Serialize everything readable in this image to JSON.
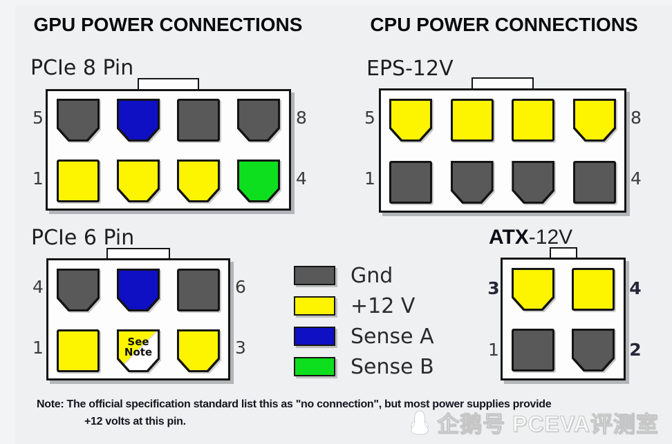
{
  "titles": {
    "gpu": "GPU POWER CONNECTIONS",
    "cpu": "CPU POWER CONNECTIONS"
  },
  "colors": {
    "gnd": "#595959",
    "plus12v": "#fdf500",
    "sense_a": "#0f0fc4",
    "sense_b": "#0ddf1e",
    "pin_border": "#141414",
    "note_split_white": "#ffffff"
  },
  "connectors": [
    {
      "id": "pcie8",
      "label": "PCIe 8 Pin",
      "cols": 4,
      "corner_labels": {
        "top_left": "5",
        "top_right": "8",
        "bottom_left": "1",
        "bottom_right": "4"
      },
      "pins": [
        {
          "color": "gnd",
          "shape": "chamfer"
        },
        {
          "color": "sense_a",
          "shape": "chamfer"
        },
        {
          "color": "gnd",
          "shape": "square"
        },
        {
          "color": "gnd",
          "shape": "chamfer"
        },
        {
          "color": "plus12v",
          "shape": "square"
        },
        {
          "color": "plus12v",
          "shape": "chamfer"
        },
        {
          "color": "plus12v",
          "shape": "chamfer"
        },
        {
          "color": "sense_b",
          "shape": "chamfer"
        }
      ]
    },
    {
      "id": "eps",
      "label": "EPS-12V",
      "cols": 4,
      "corner_labels": {
        "top_left": "5",
        "top_right": "8",
        "bottom_left": "1",
        "bottom_right": "4"
      },
      "pins": [
        {
          "color": "plus12v",
          "shape": "chamfer"
        },
        {
          "color": "plus12v",
          "shape": "square"
        },
        {
          "color": "plus12v",
          "shape": "square"
        },
        {
          "color": "plus12v",
          "shape": "chamfer"
        },
        {
          "color": "gnd",
          "shape": "square"
        },
        {
          "color": "gnd",
          "shape": "chamfer"
        },
        {
          "color": "gnd",
          "shape": "chamfer"
        },
        {
          "color": "gnd",
          "shape": "square"
        }
      ]
    },
    {
      "id": "pcie6",
      "label": "PCIe 6 Pin",
      "cols": 3,
      "corner_labels": {
        "top_left": "4",
        "top_right": "6",
        "bottom_left": "1",
        "bottom_right": "3"
      },
      "pins": [
        {
          "color": "gnd",
          "shape": "chamfer"
        },
        {
          "color": "sense_a",
          "shape": "chamfer"
        },
        {
          "color": "gnd",
          "shape": "square"
        },
        {
          "color": "plus12v",
          "shape": "square"
        },
        {
          "color": "note",
          "shape": "chamfer",
          "note_lines": [
            "See",
            "Note"
          ]
        },
        {
          "color": "plus12v",
          "shape": "chamfer"
        }
      ]
    },
    {
      "id": "atx",
      "label_bold": "ATX",
      "label_rest": "-12V",
      "cols": 2,
      "corner_labels": {
        "top_left": "3",
        "top_right": "4",
        "bottom_left": "1",
        "bottom_right": "2"
      },
      "pins": [
        {
          "color": "plus12v",
          "shape": "chamfer"
        },
        {
          "color": "plus12v",
          "shape": "square"
        },
        {
          "color": "gnd",
          "shape": "square"
        },
        {
          "color": "gnd",
          "shape": "chamfer"
        }
      ]
    }
  ],
  "legend": {
    "items": [
      {
        "color": "gnd",
        "label": "Gnd"
      },
      {
        "color": "plus12v",
        "label": "+12 V"
      },
      {
        "color": "sense_a",
        "label": "Sense A"
      },
      {
        "color": "sense_b",
        "label": "Sense B"
      }
    ]
  },
  "note": {
    "line1": "Note: The official specification standard list this as \"no connection\", but most power supplies provide",
    "line2": "+12 volts at this pin."
  },
  "watermark": {
    "text": "企鹅号 PCEVA评测室",
    "icon": "penguin-icon"
  }
}
